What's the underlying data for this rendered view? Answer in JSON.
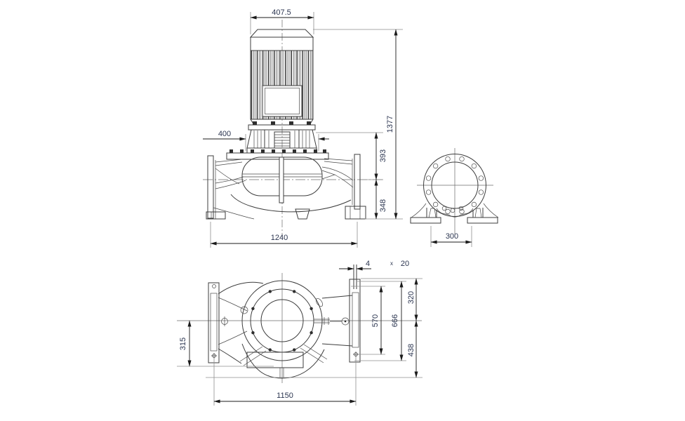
{
  "drawing": {
    "type": "technical-dimensional-drawing",
    "views": {
      "front": "pump-with-motor-elevation",
      "end": "flange-end-view",
      "plan": "pump-casing-plan-view"
    },
    "line_colors": {
      "geometry": "#3c3c3c",
      "dimension": "#1b1b1b",
      "extension": "#8f8f8f",
      "text": "#2b3550"
    }
  },
  "dimensions": {
    "front": {
      "motor_width": "407.5",
      "flange_width": "400",
      "total_height": "1377",
      "center_to_flange_top": "393",
      "center_to_base": "348",
      "overall_length": "1240"
    },
    "end": {
      "foot_spacing": "300"
    },
    "plan": {
      "bolt_holes_count": "4",
      "bolt_holes_sep": "x",
      "bolt_holes_size": "20",
      "center_to_foot_top": "320",
      "foot_plate_length": "666",
      "foot_hole_spacing": "570",
      "center_to_casing_bottom": "438",
      "center_to_foot_bottom": "315",
      "foot_hole_length_spacing": "1150"
    }
  }
}
